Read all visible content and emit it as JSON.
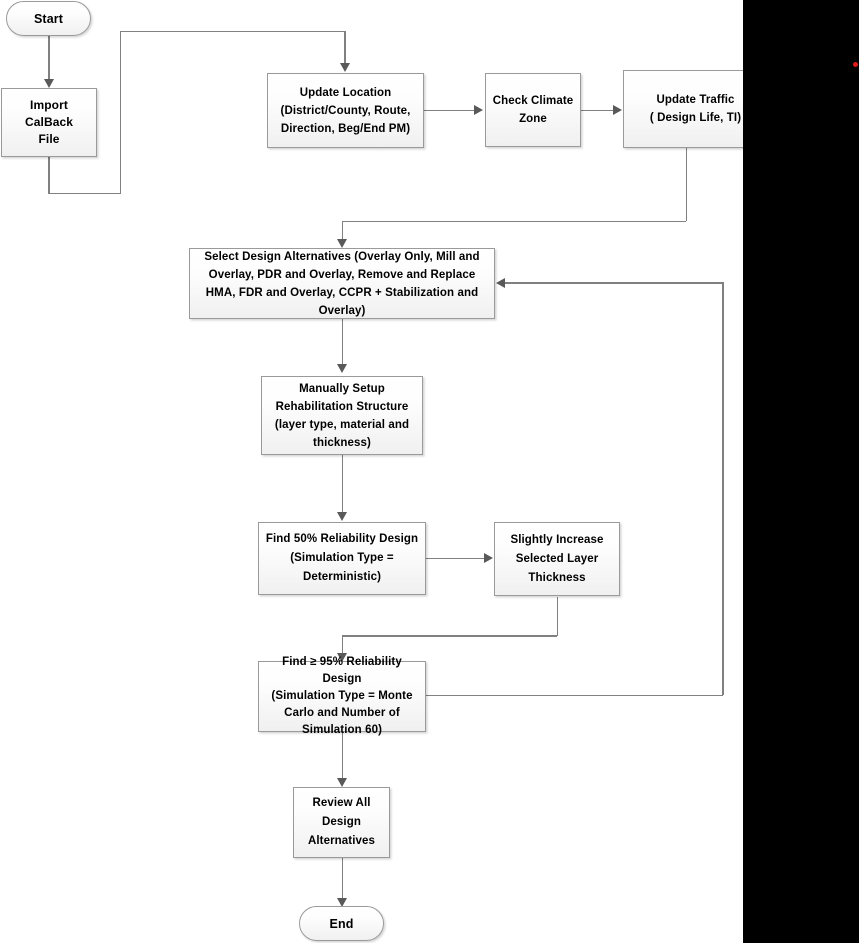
{
  "diagram": {
    "title": "Pavement Rehabilitation Design Workflow Flowchart",
    "node_fill_top": "#ffffff",
    "node_fill_bottom": "#f0f0f0",
    "node_border_color": "#9a9a9a",
    "connector_color": "#808080",
    "arrowhead_color": "#595959",
    "occlusion_color": "#000000",
    "marker_color": "#e01b1b",
    "nodes": [
      {
        "id": "start",
        "label": "Start"
      },
      {
        "id": "import_calback",
        "label": "Import CalBack\nFile"
      },
      {
        "id": "update_location",
        "label": "Update  Location\n(District/County, Route,\nDirection, Beg/End PM)"
      },
      {
        "id": "check_climate",
        "label": "Check Climate\nZone"
      },
      {
        "id": "update_traffic",
        "label": "Update Traffic\n( Design Life, TI)"
      },
      {
        "id": "select_design",
        "label": "Select Design Alternatives (Overlay Only, Mill and Overlay, PDR and Overlay,  Remove and Replace HMA, FDR and Overlay, CCPR + Stabilization and Overlay)"
      },
      {
        "id": "manual_setup",
        "label": "Manually Setup\nRehabilitation Structure\n(layer type, material and\nthickness)"
      },
      {
        "id": "find_50",
        "label": "Find 50% Reliability Design\n(Simulation Type =\nDeterministic)"
      },
      {
        "id": "slightly_increase",
        "label": "Slightly Increase\nSelected Layer\nThickness"
      },
      {
        "id": "find_95",
        "label": "Find ≥ 95%  Reliability Design\n(Simulation Type = Monte\nCarlo and Number of\nSimulation  60)"
      },
      {
        "id": "review_all",
        "label": "Review All\nDesign\nAlternatives"
      },
      {
        "id": "end",
        "label": "End"
      }
    ]
  }
}
